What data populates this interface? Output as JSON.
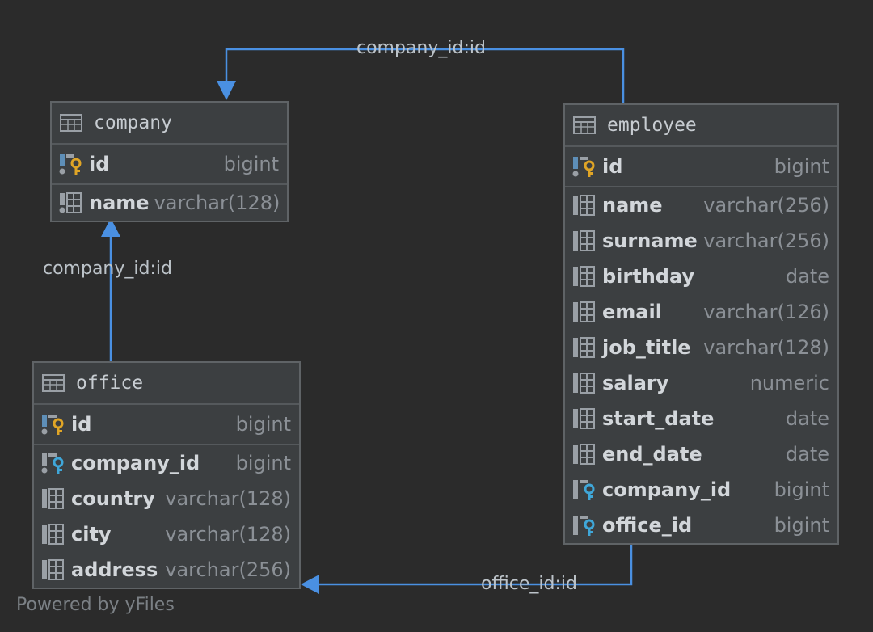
{
  "tables": {
    "company": {
      "name": "company",
      "pk": [
        {
          "name": "id",
          "type": "bigint"
        }
      ],
      "columns": [
        {
          "name": "name",
          "type": "varchar(128)"
        }
      ]
    },
    "office": {
      "name": "office",
      "pk": [
        {
          "name": "id",
          "type": "bigint"
        }
      ],
      "columns": [
        {
          "name": "company_id",
          "type": "bigint",
          "fk": true
        },
        {
          "name": "country",
          "type": "varchar(128)"
        },
        {
          "name": "city",
          "type": "varchar(128)"
        },
        {
          "name": "address",
          "type": "varchar(256)"
        }
      ]
    },
    "employee": {
      "name": "employee",
      "pk": [
        {
          "name": "id",
          "type": "bigint"
        }
      ],
      "columns": [
        {
          "name": "name",
          "type": "varchar(256)"
        },
        {
          "name": "surname",
          "type": "varchar(256)"
        },
        {
          "name": "birthday",
          "type": "date"
        },
        {
          "name": "email",
          "type": "varchar(126)"
        },
        {
          "name": "job_title",
          "type": "varchar(128)"
        },
        {
          "name": "salary",
          "type": "numeric"
        },
        {
          "name": "start_date",
          "type": "date"
        },
        {
          "name": "end_date",
          "type": "date"
        },
        {
          "name": "company_id",
          "type": "bigint",
          "fk": true
        },
        {
          "name": "office_id",
          "type": "bigint",
          "fk": true
        }
      ]
    }
  },
  "links": {
    "employee_company": "company_id:id",
    "office_company": "company_id:id",
    "employee_office": "office_id:id"
  },
  "colors": {
    "background": "#2b2b2b",
    "table_bg": "#3c3f41",
    "link": "#4a90e2",
    "pk_key": "#e0a526",
    "fk_key": "#3fa7d9"
  },
  "footer": {
    "powered_by": "Powered by yFiles"
  }
}
